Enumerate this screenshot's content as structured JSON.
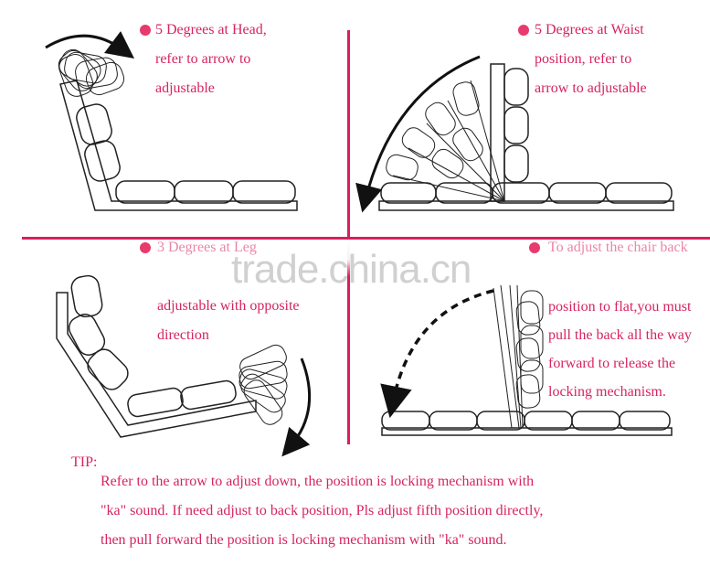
{
  "panels": {
    "head": {
      "lines": [
        "5 Degrees at Head,",
        "refer to arrow to",
        "adjustable"
      ]
    },
    "waist": {
      "lines": [
        "5 Degrees at Waist",
        "position, refer to",
        "arrow to adjustable"
      ]
    },
    "leg": {
      "lines": [
        "3 Degrees at Leg",
        "adjustable with opposite",
        "direction"
      ]
    },
    "flat": {
      "lines": [
        "To adjust the chair back",
        "position to flat,you must",
        "pull the back all the way",
        "forward to release the",
        "locking mechanism."
      ]
    }
  },
  "tip": {
    "label": "TIP:",
    "lines": [
      "Refer to the arrow to adjust down, the position is locking mechanism with",
      "\"ka\" sound. If need adjust to back position, Pls adjust  fifth position directly,",
      "then pull forward the position is locking mechanism with \"ka\" sound."
    ]
  },
  "watermark": "trade.china.cn",
  "colors": {
    "accent": "#d81f5c",
    "text": "#d6245e",
    "line_art": "#222222"
  }
}
